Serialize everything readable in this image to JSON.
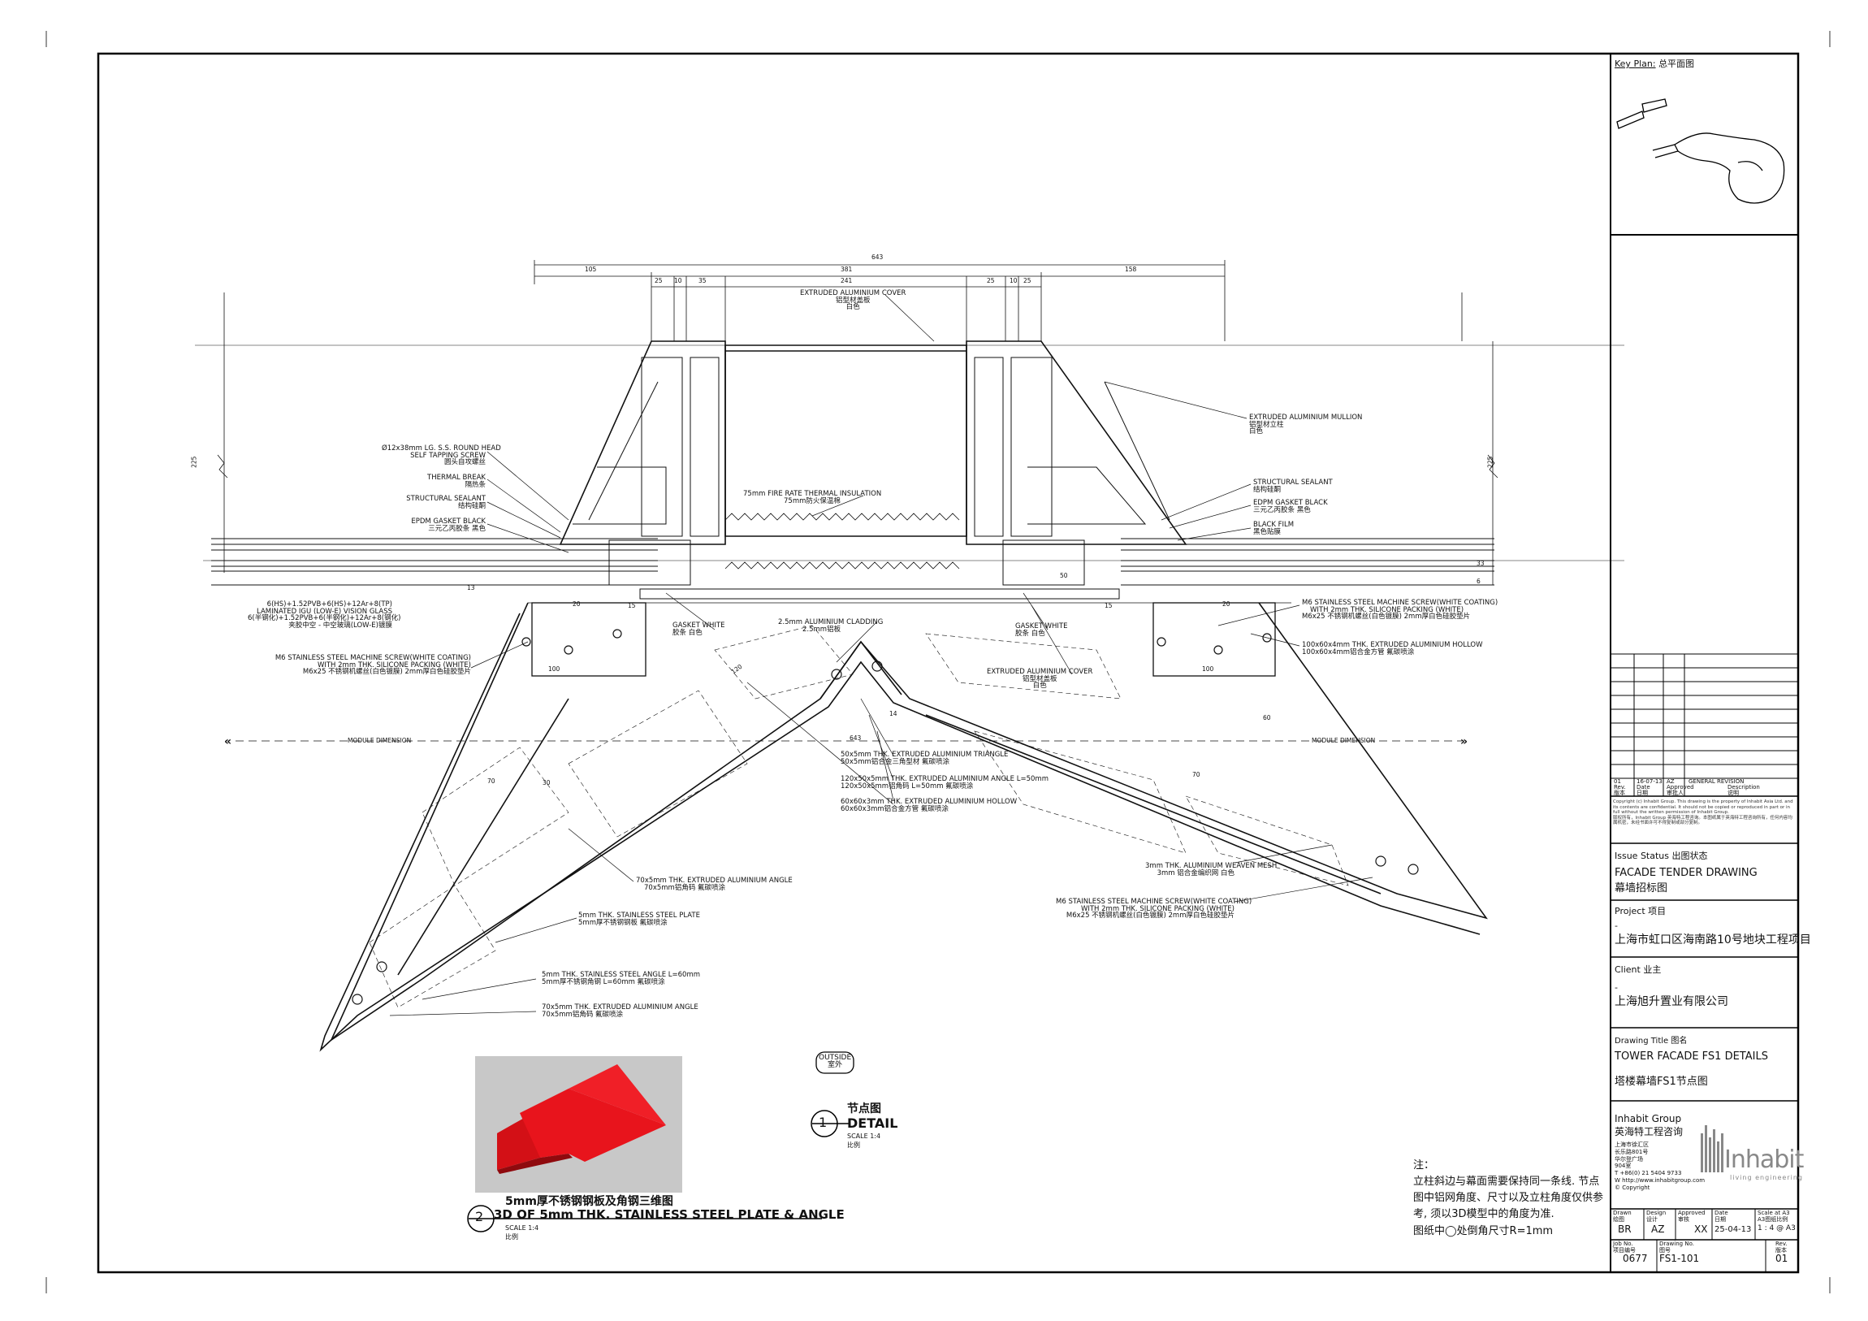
{
  "title_block": {
    "key_plan": {
      "label": "Key Plan:",
      "cn": "总平面图"
    },
    "revision": {
      "row": {
        "rev": "01",
        "date": "16-07-13",
        "by": "AZ",
        "desc": "GENERAL REVISION"
      },
      "headers": {
        "rev": "Rev.",
        "rev_cn": "版本",
        "date": "Date",
        "date_cn": "日期",
        "by": "Approved",
        "by_cn": "审批人",
        "desc": "Description",
        "desc_cn": "说明"
      }
    },
    "copyright": "Copyright (c) Inhabit Group. This drawing is the property of Inhabit Asia Ltd. and its contents are confidential. It should not be copied or reproduced in part or in full without the written permission of Inhabit Group.",
    "copyright_cn": "版权所有，Inhabit Group 英海特工程咨询。本图纸属于英海特工程咨询所有，任何内容均属机密，未经书面许可不得复制或部分复制。",
    "issue_status": {
      "label": "Issue Status",
      "label_cn": "出图状态",
      "value": "FACADE TENDER DRAWING",
      "value_cn": "幕墙招标图"
    },
    "project": {
      "label": "Project",
      "label_cn": "项目",
      "dash": "-",
      "value": "上海市虹口区海南路10号地块工程项目"
    },
    "client": {
      "label": "Client",
      "label_cn": "业主",
      "dash": "-",
      "value": "上海旭升置业有限公司"
    },
    "drawing_title": {
      "label": "Drawing Title",
      "label_cn": "图名",
      "value": "TOWER FACADE FS1 DETAILS",
      "value_cn": "塔楼幕墙FS1节点图"
    },
    "company": {
      "name": "Inhabit Group",
      "name_cn": "英海特工程咨询",
      "addr1": "上海市徐汇区",
      "addr2": "长乐路801号",
      "addr3": "华尔登广场",
      "addr4": "904室",
      "tel": "T +86(0) 21 5404 9733",
      "web": "W http://www.inhabitgroup.com",
      "copy": "© Copyright",
      "logo": "Inhabit",
      "logo_sub": "living engineering"
    },
    "fields": {
      "drawn_l": "Drawn",
      "drawn_cn": "绘图",
      "drawn": "BR",
      "design_l": "Design",
      "design_cn": "设计",
      "design": "AZ",
      "approved_l": "Approved",
      "approved_cn": "审核",
      "approved": "XX",
      "date_l": "Date",
      "date_cn": "日期",
      "date": "25-04-13",
      "scale_l": "Scale at A3",
      "scale_cn": "A3图纸比例",
      "scale": "1 : 4 @ A3",
      "job_l": "Job No.",
      "job_cn": "项目编号",
      "job": "0677",
      "dwg_l": "Drawing No.",
      "dwg_cn": "图号",
      "dwg": "FS1-101",
      "rev_l": "Rev.",
      "rev_cn": "版本",
      "rev": "01"
    }
  },
  "dimensions": {
    "overall": "643",
    "left": "105",
    "center": "381",
    "right": "158",
    "d25a": "25",
    "d10a": "10",
    "d35a": "35",
    "d241": "241",
    "d25b": "25",
    "d10b": "10",
    "d25c": "25",
    "h225": "225",
    "d20": "20",
    "d15": "15",
    "d50": "50",
    "d100": "100",
    "d13": "13",
    "d33": "33",
    "d6": "6",
    "d120": "120",
    "d70": "70",
    "d60": "60",
    "d30": "30",
    "d643b": "643",
    "d14": "14"
  },
  "labels": {
    "cover": {
      "en": "EXTRUDED ALUMINIUM COVER",
      "cn1": "铝型材盖板",
      "cn2": "白色"
    },
    "mullion": {
      "en": "EXTRUDED ALUMINIUM MULLION",
      "cn1": "铝型材立柱",
      "cn2": "白色"
    },
    "screw": {
      "en1": "Ø12x38mm LG. S.S. ROUND HEAD",
      "en2": "SELF TAPPING SCREW",
      "cn": "圆头自攻螺丝"
    },
    "thermal": {
      "en": "THERMAL BREAK",
      "cn": "隔热条"
    },
    "struct_l": {
      "en": "STRUCTURAL SEALANT",
      "cn": "结构硅酮"
    },
    "epdm_l": {
      "en": "EPDM GASKET BLACK",
      "cn": "三元乙丙胶条 黑色"
    },
    "insulation": {
      "en": "75mm FIRE RATE THERMAL INSULATION",
      "cn": "75mm防火保温棉"
    },
    "struct_r": {
      "en": "STRUCTURAL SEALANT",
      "cn": "结构硅酮"
    },
    "epdm_r": {
      "en": "EDPM GASKET BLACK",
      "cn": "三元乙丙胶条 黑色"
    },
    "film": {
      "en": "BLACK FILM",
      "cn": "黑色贴膜"
    },
    "glass": {
      "en1": "6(HS)+1.52PVB+6(HS)+12Ar+8(TP)",
      "en2": "LAMINATED IGU (LOW-E) VISION GLASS",
      "cn1": "6(半钢化)+1.52PVB+6(半钢化)+12Ar+8(钢化)",
      "cn2": "夹胶中空 - 中空玻璃(LOW-E)镀膜"
    },
    "gasket_w1": {
      "en": "GASKET WHITE",
      "cn": "胶条 白色"
    },
    "cladding": {
      "en": "2.5mm ALUMINIUM CLADDING",
      "cn": "2.5mm铝板"
    },
    "gasket_w2": {
      "en": "GASKET WHITE",
      "cn": "胶条 白色"
    },
    "screw_r": {
      "en1": "M6 STAINLESS STEEL MACHINE SCREW(WHITE COATING)",
      "en2": "WITH 2mm THK. SILICONE PACKING (WHITE)",
      "cn": "M6x25 不锈钢机螺丝(白色镀膜) 2mm厚白色硅胶垫片"
    },
    "hollow_r": {
      "en": "100x60x4mm THK. EXTRUDED ALUMINIUM HOLLOW",
      "cn": "100x60x4mm铝合金方管 氟碳喷涂"
    },
    "screw_l": {
      "en1": "M6 STAINLESS STEEL MACHINE SCREW(WHITE COATING)",
      "en2": "WITH 2mm THK. SILICONE PACKING (WHITE)",
      "cn": "M6x25 不锈钢机螺丝(白色镀膜) 2mm厚白色硅胶垫片"
    },
    "cover2": {
      "en": "EXTRUDED ALUMINIUM COVER",
      "cn1": "铝型材盖板",
      "cn2": "白色"
    },
    "module_l": "MODULE DIMENSION",
    "module_r": "MODULE DIMENSION",
    "arrow_l": "«",
    "arrow_r": "»",
    "triangle": {
      "en": "50x5mm THK. EXTRUDED ALUMINIUM TRIANGLE",
      "cn": "50x5mm铝合金三角型材 氟碳喷涂"
    },
    "angle120": {
      "en": "120x50x5mm THK. EXTRUDED ALUMINIUM ANGLE L=50mm",
      "cn": "120x50x5mm铝角码 L=50mm 氟碳喷涂"
    },
    "hollow60": {
      "en": "60x60x3mm THK. EXTRUDED ALUMINIUM HOLLOW",
      "cn": "60x60x3mm铝合金方管 氟碳喷涂"
    },
    "angle70": {
      "en": "70x5mm THK. EXTRUDED ALUMINIUM ANGLE",
      "cn": "70x5mm铝角码 氟碳喷涂"
    },
    "plate": {
      "en": "5mm THK. STAINLESS STEEL PLATE",
      "cn": "5mm厚不锈钢钢板 氟碳喷涂"
    },
    "angle60": {
      "en": "5mm THK. STAINLESS STEEL ANGLE L=60mm",
      "cn": "5mm厚不锈钢角钢 L=60mm 氟碳喷涂"
    },
    "angle70b": {
      "en": "70x5mm THK. EXTRUDED ALUMINIUM ANGLE",
      "cn": "70x5mm铝角码 氟碳喷涂"
    },
    "mesh": {
      "en": "3mm THK. ALUMINIUM WEAVEN MESH",
      "cn": "3mm 铝合金编织网 白色"
    },
    "screw_r2": {
      "en1": "M6 STAINLESS STEEL MACHINE SCREW(WHITE COATING)",
      "en2": "WITH 2mm THK. SILICONE PACKING (WHITE)",
      "cn": "M6x25 不锈钢机螺丝(白色镀膜) 2mm厚白色硅胶垫片"
    }
  },
  "details": {
    "outside": {
      "en": "OUTSIDE",
      "cn": "室外"
    },
    "detail1": {
      "num": "1",
      "cn": "节点图",
      "en": "DETAIL",
      "scale": "SCALE 1:4",
      "scale_cn": "比例"
    },
    "detail2": {
      "num": "2",
      "cn": "5mm厚不锈钢钢板及角钢三维图",
      "en": "3D OF 5mm THK. STAINLESS STEEL PLATE & ANGLE",
      "scale": "SCALE 1:4",
      "scale_cn": "比例"
    }
  },
  "notes": {
    "title": "注：",
    "line1": "立柱斜边与幕面需要保持同一条线. 节点",
    "line2": "图中铝网角度、尺寸以及立柱角度仅供参",
    "line3": "考, 须以3D模型中的角度为准.",
    "line4": "图纸中◯处倒角尺寸R=1mm"
  },
  "colors": {
    "render_red": "#e8141c",
    "render_dark": "#b00c12",
    "render_bg": "#c8c8c8",
    "line": "#111111"
  }
}
